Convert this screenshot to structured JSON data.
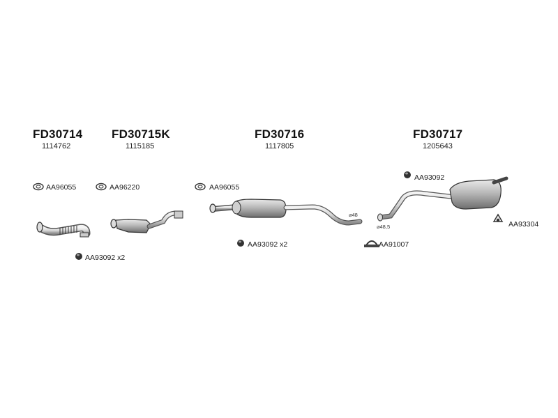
{
  "assemblies": [
    {
      "code": "FD30714",
      "part_number": "1114762"
    },
    {
      "code": "FD30715K",
      "part_number": "1115185"
    },
    {
      "code": "FD30716",
      "part_number": "1117805"
    },
    {
      "code": "FD30717",
      "part_number": "1205643"
    }
  ],
  "accessories": {
    "a1": "AA96055",
    "a2": "AA96220",
    "a3": "AA96055",
    "a4": "AA93092 x2",
    "a5": "AA93092 x2",
    "a6": "AA93092",
    "a7": "AA91007",
    "a8": "AA93304"
  },
  "dimensions": {
    "d1": "⌀48",
    "d2": "⌀48,5"
  }
}
